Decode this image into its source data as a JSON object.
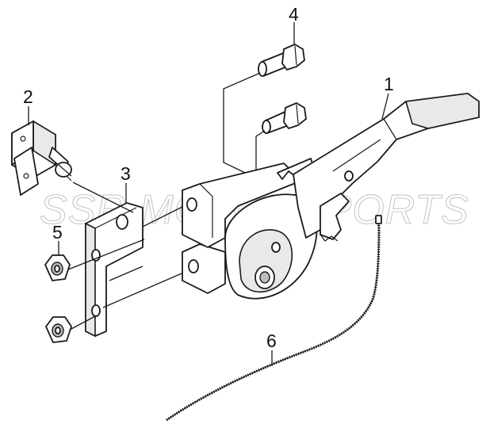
{
  "diagram": {
    "watermark": "SSR MOTORSPORTS",
    "callouts": [
      {
        "id": "1",
        "label": "1"
      },
      {
        "id": "2",
        "label": "2"
      },
      {
        "id": "3",
        "label": "3"
      },
      {
        "id": "4",
        "label": "4"
      },
      {
        "id": "5",
        "label": "5"
      },
      {
        "id": "6",
        "label": "6"
      }
    ]
  }
}
